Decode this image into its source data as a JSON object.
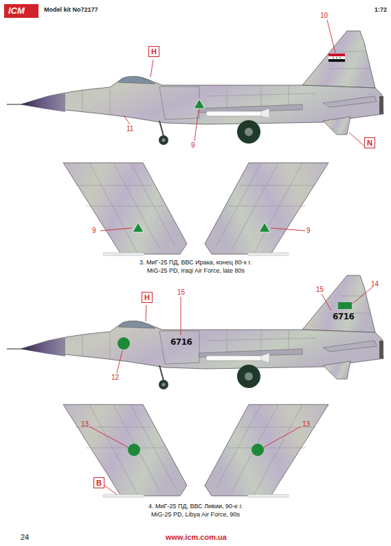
{
  "diagram": {
    "nodes": [
      {
        "text": [
          "H"
        ]
      },
      {
        "text": [
          "N"
        ]
      },
      {
        "text": [
          "H"
        ]
      },
      {
        "text": [
          "B"
        ]
      }
    ],
    "labels": [
      "ICM",
      "Model kit No72177",
      "1:72",
      "10",
      "11",
      "9",
      "9",
      "9",
      "3. МиГ-25 ПД, ВВС Ирака, конец 80-х г.",
      "MiG-25 PD, Iraqi Air Force, late 80s",
      "14",
      "15",
      "15",
      "6716",
      "6716",
      "12",
      "13",
      "13",
      "4. МиГ-25 ПД, ВВС Ливии, 90-е г.",
      "MiG-25 PD, Libya Air Force, 90s",
      "24",
      "www.icm.com.ua"
    ]
  }
}
